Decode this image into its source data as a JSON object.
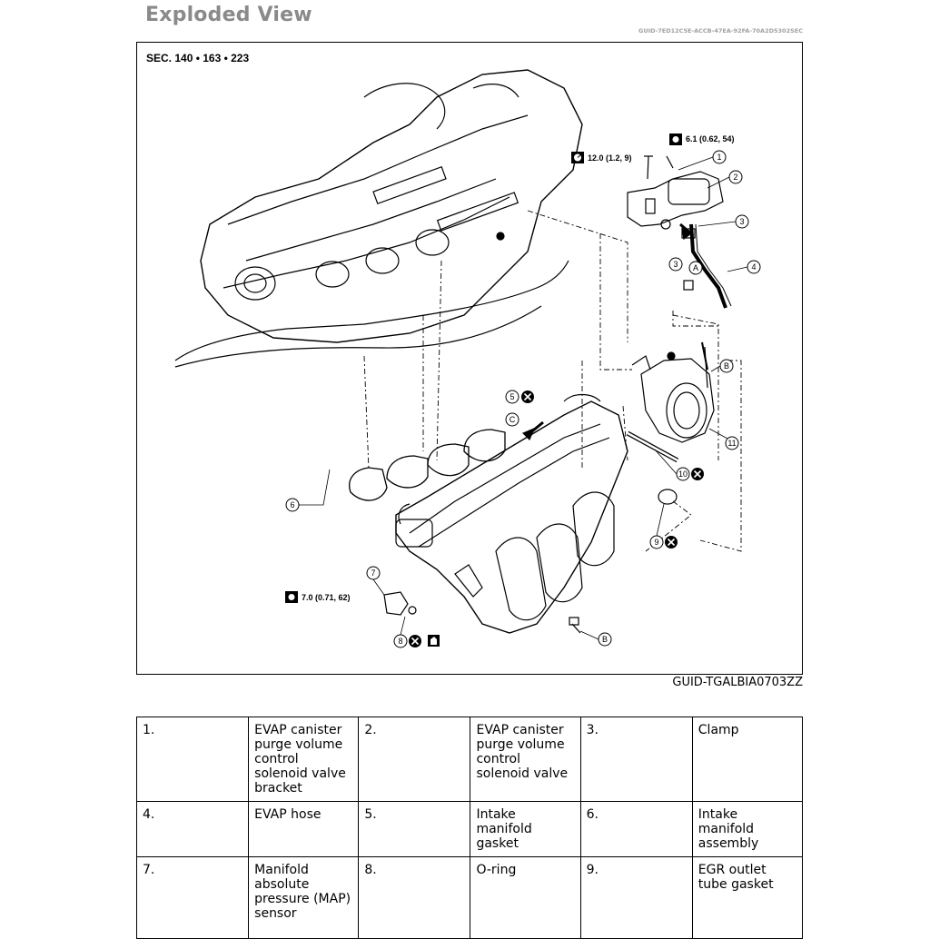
{
  "header": {
    "title": "Exploded View",
    "guid_top": "GUID-7ED12C5E-ACCB-47EA-92FA-70A2D5302SEC"
  },
  "figure": {
    "section": "SEC. 140 • 163 • 223",
    "torque": {
      "t1": "6.1 (0.62, 54)",
      "t2": "12.0 (1.2, 9)",
      "t3": "7.0 (0.71, 62)"
    },
    "callouts": [
      "1",
      "2",
      "3",
      "3",
      "4",
      "5",
      "6",
      "7",
      "8",
      "9",
      "10",
      "11"
    ],
    "letters": [
      "A",
      "B",
      "B",
      "C"
    ],
    "guid_fig": "GUID-TGALBIA0703ZZ"
  },
  "legend": {
    "rows": [
      [
        {
          "num": "1.",
          "desc": "EVAP canister purge volume control solenoid valve bracket"
        },
        {
          "num": "2.",
          "desc": "EVAP canister purge volume control solenoid valve"
        },
        {
          "num": "3.",
          "desc": "Clamp"
        }
      ],
      [
        {
          "num": "4.",
          "desc": "EVAP hose"
        },
        {
          "num": "5.",
          "desc": "Intake manifold gasket"
        },
        {
          "num": "6.",
          "desc": "Intake manifold assembly"
        }
      ],
      [
        {
          "num": "7.",
          "desc": "Manifold absolute pressure (MAP) sensor"
        },
        {
          "num": "8.",
          "desc": "O-ring"
        },
        {
          "num": "9.",
          "desc": "EGR outlet tube gasket"
        }
      ]
    ]
  }
}
